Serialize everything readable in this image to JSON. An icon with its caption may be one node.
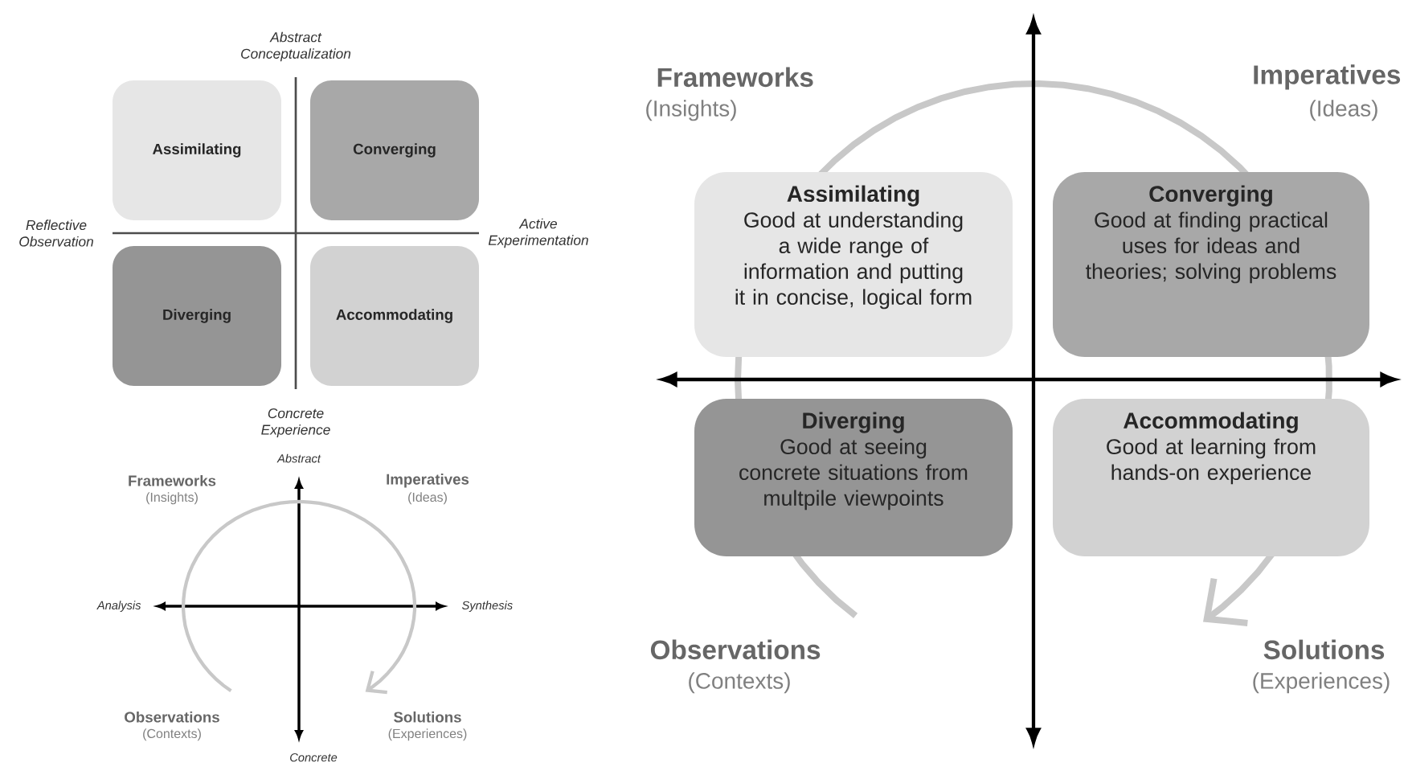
{
  "diagram": {
    "nodes": [
      {
        "text": [
          "Assimilating"
        ]
      },
      {
        "text": [
          "Converging"
        ]
      },
      {
        "text": [
          "Diverging"
        ]
      },
      {
        "text": [
          "Accommodating"
        ]
      },
      {
        "text": [
          "Assimilating",
          "Good at understanding a wide range of information and putting it in concise, logical form"
        ]
      },
      {
        "text": [
          "Converging",
          "Good at finding practical uses for ideas and theories; solving problems"
        ]
      },
      {
        "text": [
          "Diverging",
          "Good at seeing concrete situations from multpile viewpoints"
        ]
      },
      {
        "text": [
          "Accommodating",
          "Good at learning from hands-on experience"
        ]
      }
    ],
    "labels": [
      "Abstract Conceptualization",
      "Reflective Observation",
      "Active Experimentation",
      "Concrete Experience",
      "Abstract",
      "Frameworks",
      "(Insights)",
      "Imperatives",
      "(Ideas)",
      "Analysis",
      "Synthesis",
      "Observations",
      "(Contexts)",
      "Solutions",
      "(Experiences)",
      "Concrete",
      "Frameworks",
      "(Insights)",
      "Imperatives",
      "(Ideas)",
      "Observations",
      "(Contexts)",
      "Solutions",
      "(Experiences)"
    ]
  }
}
